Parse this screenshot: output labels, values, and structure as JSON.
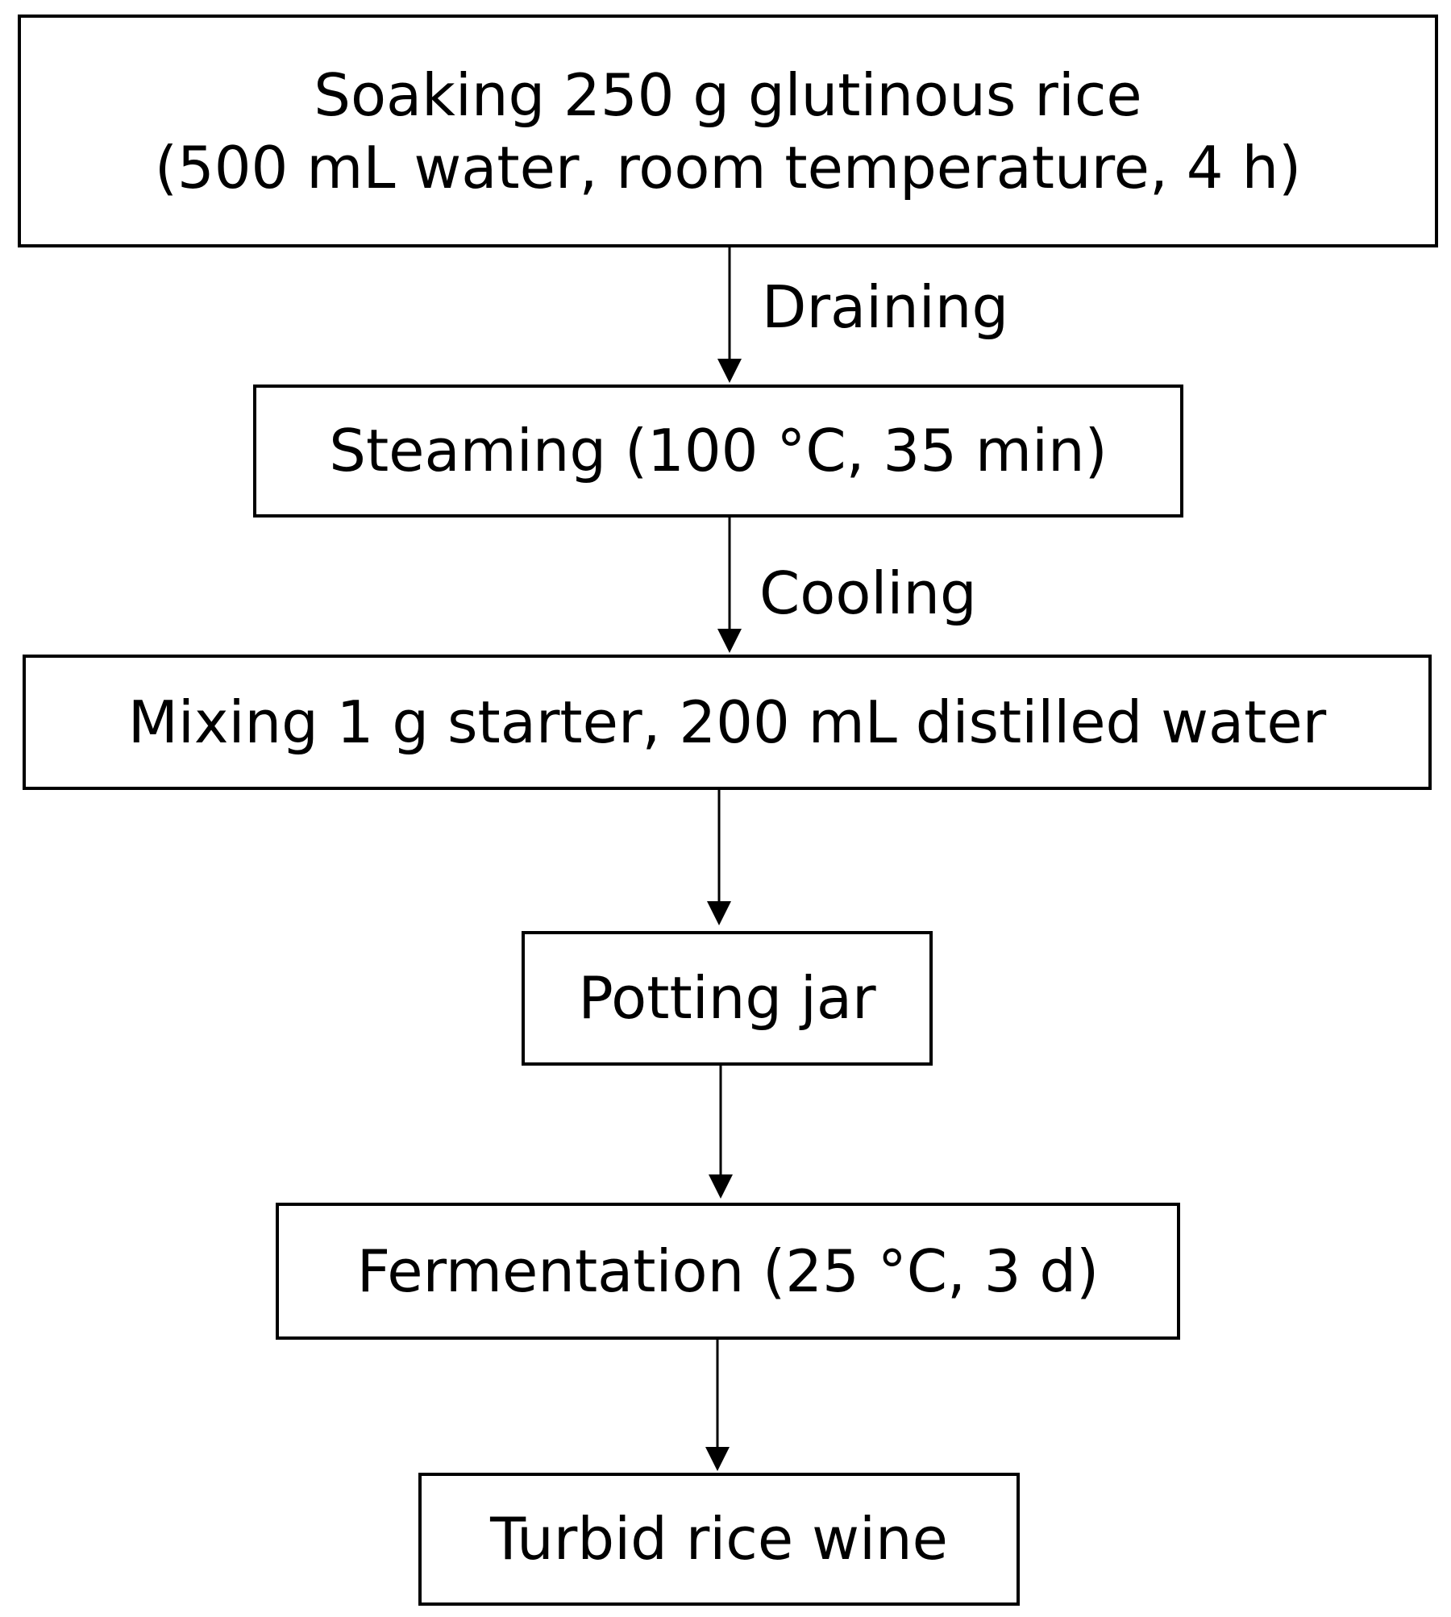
{
  "diagram": {
    "steps": [
      {
        "id": "soaking",
        "lines": [
          "Soaking 250 g glutinous rice",
          "(500 mL water, room temperature, 4 h)"
        ]
      },
      {
        "id": "steaming",
        "label": "Steaming (100 °C, 35 min)"
      },
      {
        "id": "mixing",
        "label": "Mixing 1 g starter, 200 mL distilled water"
      },
      {
        "id": "potting",
        "label": "Potting jar"
      },
      {
        "id": "fermentation",
        "label": "Fermentation (25 °C, 3 d)"
      },
      {
        "id": "product",
        "label": "Turbid rice wine"
      }
    ],
    "transitions": [
      {
        "from": "soaking",
        "to": "steaming",
        "label": "Draining"
      },
      {
        "from": "steaming",
        "to": "mixing",
        "label": "Cooling"
      },
      {
        "from": "mixing",
        "to": "potting",
        "label": ""
      },
      {
        "from": "potting",
        "to": "fermentation",
        "label": ""
      },
      {
        "from": "fermentation",
        "to": "product",
        "label": ""
      }
    ]
  }
}
